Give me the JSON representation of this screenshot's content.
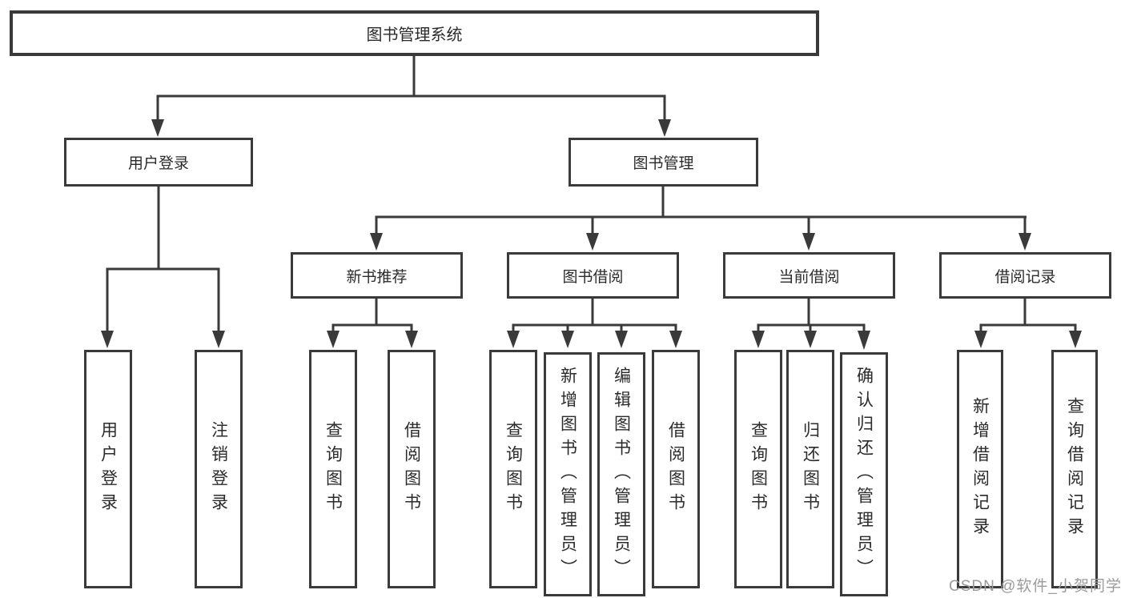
{
  "tree": {
    "label": "图书管理系统",
    "children": [
      {
        "label": "用户登录",
        "children": [
          {
            "label": "用户登录"
          },
          {
            "label": "注销登录"
          }
        ]
      },
      {
        "label": "图书管理",
        "children": [
          {
            "label": "新书推荐",
            "children": [
              {
                "label": "查询图书"
              },
              {
                "label": "借阅图书"
              }
            ]
          },
          {
            "label": "图书借阅",
            "children": [
              {
                "label": "查询图书"
              },
              {
                "label": "新增图书（管理员）"
              },
              {
                "label": "编辑图书（管理员）"
              },
              {
                "label": "借阅图书"
              }
            ]
          },
          {
            "label": "当前借阅",
            "children": [
              {
                "label": "查询图书"
              },
              {
                "label": "归还图书"
              },
              {
                "label": "确认归还（管理员）"
              }
            ]
          },
          {
            "label": "借阅记录",
            "children": [
              {
                "label": "新增借阅记录"
              },
              {
                "label": "查询借阅记录"
              }
            ]
          }
        ]
      }
    ]
  },
  "watermark": {
    "text": "CSDN @软件_小贺同学"
  },
  "colors": {
    "line": "#3a3a3a",
    "text": "#2b2b2b",
    "background": "#ffffff",
    "watermark": "#9b9b9b"
  }
}
